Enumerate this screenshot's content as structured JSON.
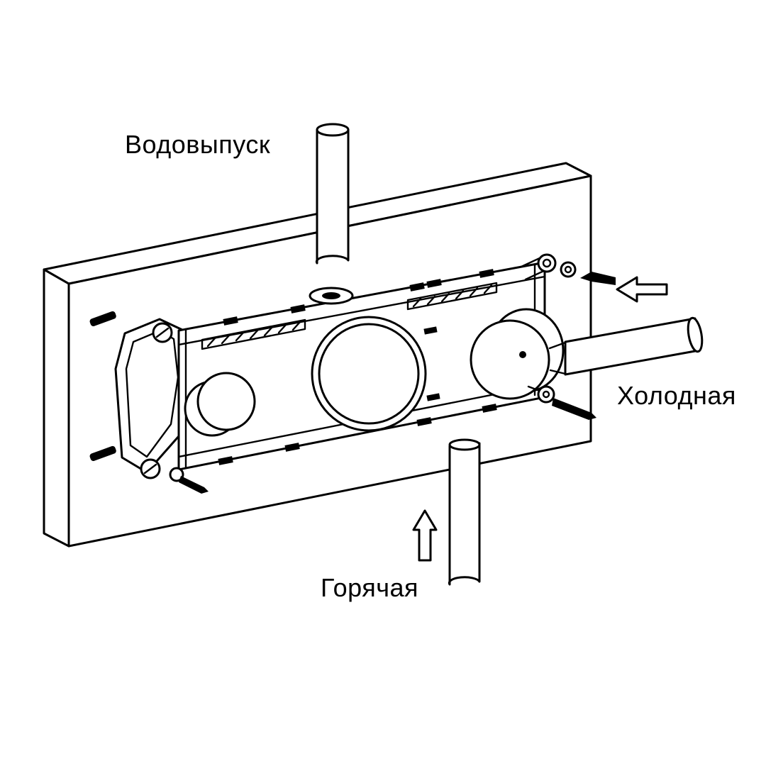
{
  "diagram": {
    "labels": {
      "outlet": "Водовыпуск",
      "cold": "Холодная",
      "hot": "Горячая"
    },
    "colors": {
      "line": "#000000",
      "background": "#ffffff"
    },
    "icons": {
      "arrow_left": "arrow-left-icon",
      "arrow_up": "arrow-up-icon"
    }
  }
}
